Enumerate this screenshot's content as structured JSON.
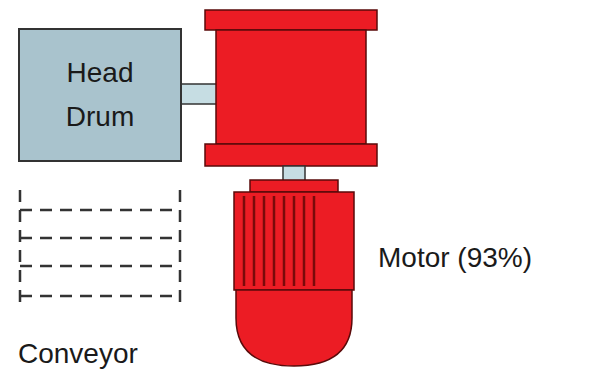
{
  "diagram": {
    "nodes": [
      {
        "text": [
          "Head Drum"
        ]
      }
    ],
    "labels": [
      "Conveyor",
      "Motor (93%)"
    ]
  }
}
